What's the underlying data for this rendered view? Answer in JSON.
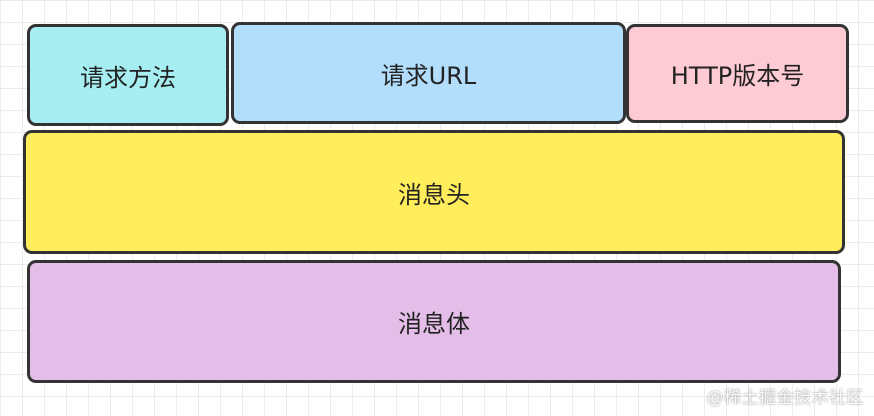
{
  "diagram": {
    "boxes": [
      {
        "label": "请求方法",
        "color": "#a6eef1"
      },
      {
        "label": "请求URL",
        "color": "#b2defb"
      },
      {
        "label": "HTTP版本号",
        "color": "#fdcbd3"
      },
      {
        "label": "消息头",
        "color": "#ffed5b"
      },
      {
        "label": "消息体",
        "color": "#e5bde9"
      }
    ],
    "border_color": "#333333"
  },
  "watermark": "@稀土掘金技术社区"
}
